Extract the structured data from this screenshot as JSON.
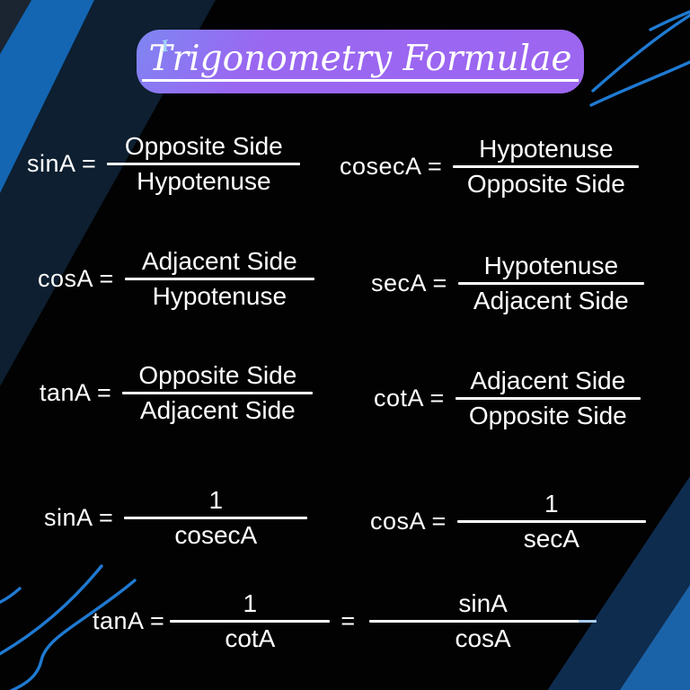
{
  "title": {
    "text": "Trigonometry Formulae"
  },
  "icons": {
    "text_cursor_glyph": "I"
  },
  "formulas": [
    {
      "lhs": "sinA =",
      "num": "Opposite Side",
      "den": "Hypotenuse"
    },
    {
      "lhs": "cosecA =",
      "num": "Hypotenuse",
      "den": "Opposite Side"
    },
    {
      "lhs": "cosA =",
      "num": "Adjacent Side",
      "den": "Hypotenuse"
    },
    {
      "lhs": "secA =",
      "num": "Hypotenuse",
      "den": "Adjacent Side"
    },
    {
      "lhs": "tanA =",
      "num": "Opposite Side",
      "den": "Adjacent Side"
    },
    {
      "lhs": "cotA =",
      "num": "Adjacent Side",
      "den": "Opposite Side"
    },
    {
      "lhs": "sinA =",
      "num": "1",
      "den": "cosecA"
    },
    {
      "lhs": "cosA =",
      "num": "1",
      "den": "secA"
    },
    {
      "lhs": "tanA =",
      "num": "1",
      "den": "cotA",
      "eq": "=",
      "num2": "sinA",
      "den2": "cosA"
    }
  ],
  "colors": {
    "background": "#020202",
    "text": "#ffffff",
    "banner_purple": "#9b66f1",
    "banner_blue_tint": "#7e86f2",
    "corner_stripe_bright": "#1466b3",
    "corner_stripe_dark": "#0d1f30",
    "corner_dark_teal": "#1a2531",
    "corner_br_navy": "#0e2c4e",
    "corner_br_bright": "#1b63a8",
    "curve_blue": "#1f7ad2"
  }
}
